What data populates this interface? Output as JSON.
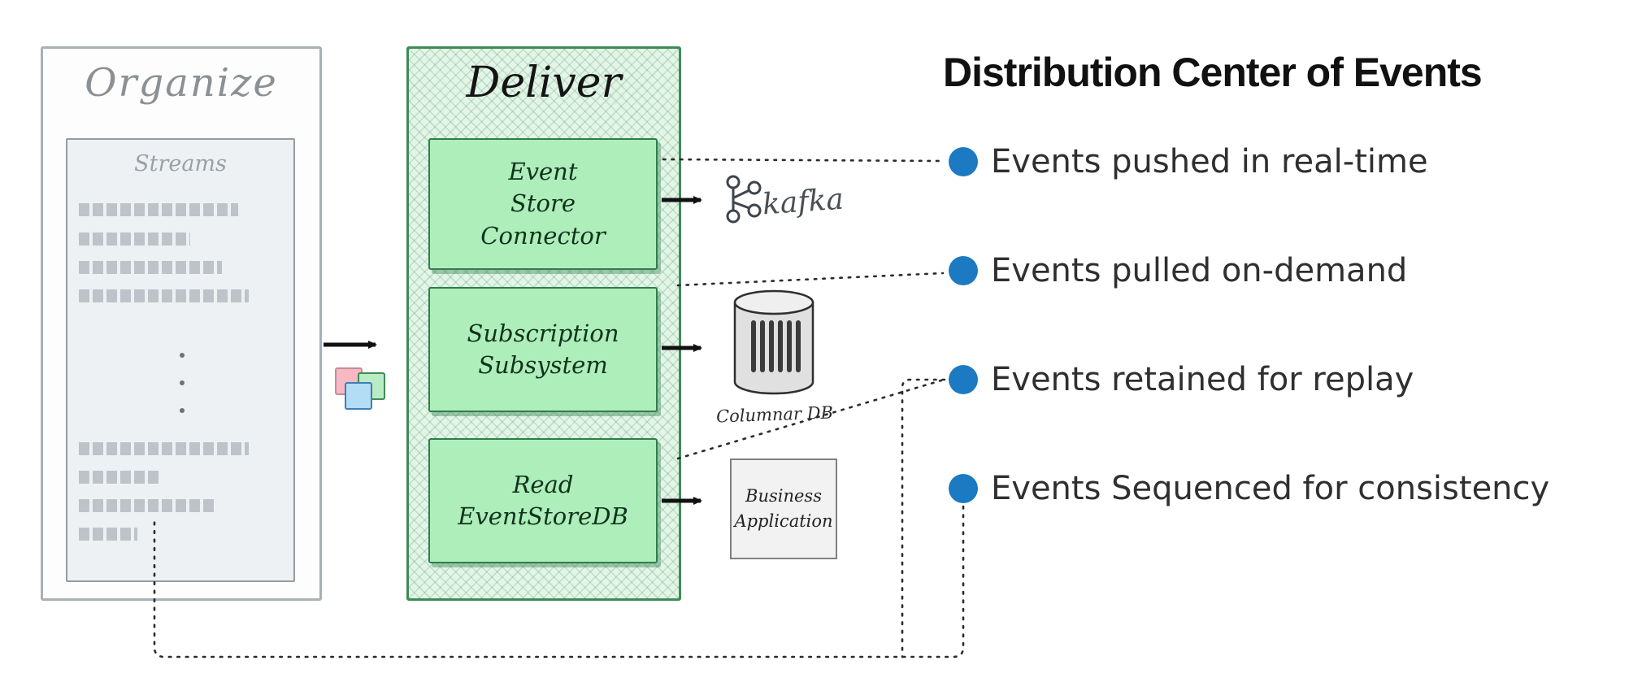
{
  "organize": {
    "title": "Organize",
    "streams": {
      "title": "Streams"
    }
  },
  "deliver": {
    "title": "Deliver",
    "boxes": [
      {
        "name": "event-store-connector",
        "lines": [
          "Event",
          "Store",
          "Connector"
        ]
      },
      {
        "name": "subscription-subsystem",
        "lines": [
          "Subscription",
          "Subsystem"
        ]
      },
      {
        "name": "read-eventstoredb",
        "lines": [
          "Read",
          "EventStoreDB"
        ]
      }
    ]
  },
  "targets": {
    "kafka": {
      "label": "kafka"
    },
    "columnar_db": {
      "label": "Columnar DB"
    },
    "business_app": {
      "lines": [
        "Business",
        "Application"
      ]
    }
  },
  "panel": {
    "title": "Distribution Center of Events",
    "bullets": [
      {
        "label": "Events pushed in real-time"
      },
      {
        "label": "Events pulled on-demand"
      },
      {
        "label": "Events retained for replay"
      },
      {
        "label": "Events Sequenced for consistency"
      }
    ]
  },
  "colors": {
    "bullet_blue": "#1b7ac1",
    "deliver_border": "#3d8b57",
    "deliver_fill": "#e3f5e7",
    "inner_box_fill": "#aeeebb",
    "organize_border": "#aab0b5",
    "connector_black": "#2b2b2b"
  },
  "icons": [
    "kafka-logo-icon",
    "columnar-db-icon",
    "stacked-events-icon",
    "arrow-icon",
    "bullet-dot-icon"
  ]
}
